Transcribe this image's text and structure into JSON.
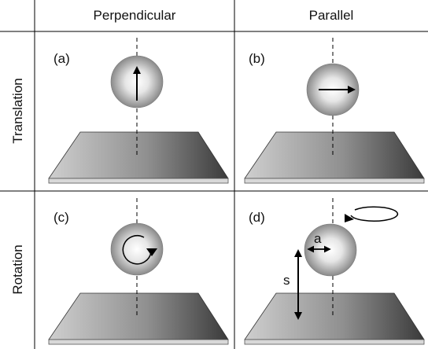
{
  "columns": {
    "perpendicular": "Perpendicular",
    "parallel": "Parallel"
  },
  "rows": {
    "translation": "Translation",
    "rotation": "Rotation"
  },
  "panels": {
    "a": "(a)",
    "b": "(b)",
    "c": "(c)",
    "d": "(d)"
  },
  "dimensions": {
    "radius": "a",
    "separation": "s"
  }
}
